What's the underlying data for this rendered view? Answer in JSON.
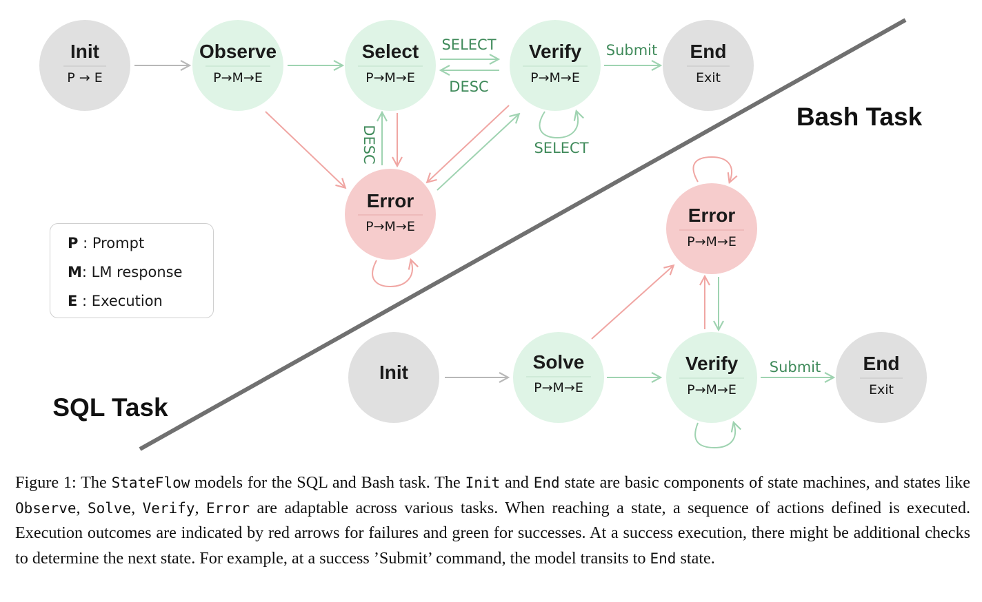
{
  "colors": {
    "gray_node": "#e0e0e0",
    "green_node": "#dff4e6",
    "red_node": "#f6cccc",
    "green_arrow": "#9fd3b1",
    "red_arrow": "#f0a6a3",
    "gray_arrow": "#b8b8b8",
    "green_text": "#3f8a5a",
    "divider": "#707070"
  },
  "bash": {
    "task_label": "Bash Task",
    "init": {
      "title": "Init",
      "sub": "P → E"
    },
    "observe": {
      "title": "Observe",
      "sub": "P→M→E"
    },
    "select": {
      "title": "Select",
      "sub": "P→M→E"
    },
    "verify": {
      "title": "Verify",
      "sub": "P→M→E"
    },
    "end": {
      "title": "End",
      "sub": "Exit"
    },
    "error": {
      "title": "Error",
      "sub": "P→M→E"
    },
    "labels": {
      "select_to_verify": "SELECT",
      "verify_to_select": "DESC",
      "submit": "Submit",
      "error_to_select": "DESC",
      "verify_loop": "SELECT"
    }
  },
  "sql": {
    "task_label": "SQL Task",
    "init": {
      "title": "Init"
    },
    "solve": {
      "title": "Solve",
      "sub": "P→M→E"
    },
    "verify": {
      "title": "Verify",
      "sub": "P→M→E"
    },
    "end": {
      "title": "End",
      "sub": "Exit"
    },
    "error": {
      "title": "Error",
      "sub": "P→M→E"
    },
    "labels": {
      "submit": "Submit"
    }
  },
  "legend": [
    {
      "key": "P",
      "sep": " : ",
      "text": "Prompt"
    },
    {
      "key": "M",
      "sep": ": ",
      "text": "LM response"
    },
    {
      "key": "E",
      "sep": " : ",
      "text": "Execution"
    }
  ],
  "caption": {
    "p1": "Figure 1: The ",
    "c1": "StateFlow",
    "p2": " models for the SQL and Bash task. The ",
    "c2": "Init",
    "p3": " and ",
    "c3": "End",
    "p4": " state are basic components of state machines, and states like ",
    "c4": "Observe",
    "p5": ", ",
    "c5": "Solve",
    "p6": ", ",
    "c6": "Verify",
    "p7": ", ",
    "c7": "Error",
    "p8": " are adaptable across various tasks. When reaching a state, a sequence of actions defined is executed. Execution outcomes are indicated by red arrows for failures and green for successes. At a success execution, there might be additional checks to determine the next state. For example, at a success ’Submit’ command, the model transits to ",
    "c8": "End",
    "p9": " state."
  }
}
